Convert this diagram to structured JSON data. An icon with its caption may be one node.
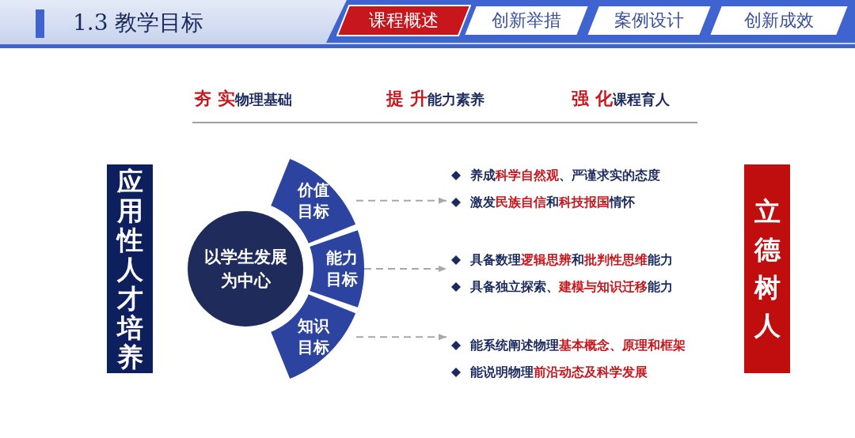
{
  "diagram": {
    "title": "1.3 教学目标",
    "nodes": [
      {
        "text": [
          "课程概述"
        ]
      },
      {
        "text": [
          "创新举措"
        ]
      },
      {
        "text": [
          "案例设计"
        ]
      },
      {
        "text": [
          "创新成效"
        ]
      },
      {
        "text": [
          "应用性人才培养"
        ]
      },
      {
        "text": [
          "以学生发展为中心"
        ]
      },
      {
        "text": [
          "价值目标"
        ]
      },
      {
        "text": [
          "能力目标"
        ]
      },
      {
        "text": [
          "知识目标"
        ]
      },
      {
        "text": [
          "养成**科学自然观**、严谨求实的态度",
          "激发**民族自信**和**科技报国**情怀"
        ]
      },
      {
        "text": [
          "具备数理**逻辑思辨**和**批判性思维**能力",
          "具备独立探索、**建模与知识迁移**能力"
        ]
      },
      {
        "text": [
          "能系统阐述物理**基本概念、原理和框架**",
          "能说明物理**前沿动态及科学发展**"
        ]
      },
      {
        "text": [
          "立德树人"
        ]
      }
    ],
    "edges": [
      {
        "from": 6,
        "to": 9,
        "arrow": "to",
        "style": "dashed"
      },
      {
        "from": 7,
        "to": 10,
        "arrow": "to",
        "style": "dashed"
      },
      {
        "from": 8,
        "to": 11,
        "arrow": "to",
        "style": "dashed"
      }
    ],
    "labels": [
      "**夯 实**物理基础",
      "**提 升**能力素养",
      "**强 化**课程育人"
    ]
  }
}
